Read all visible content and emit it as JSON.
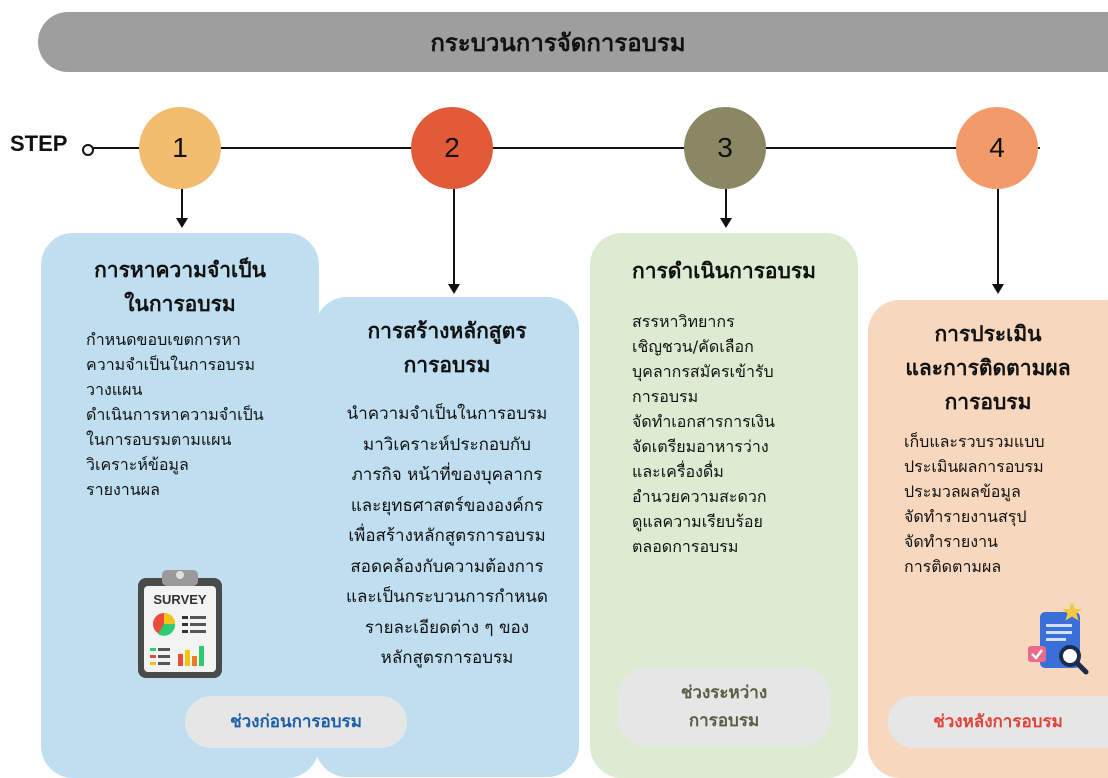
{
  "title": "กระบวนการจัดการอบรม",
  "step_label": "STEP",
  "steps": [
    {
      "number": "1",
      "circle_color": "#f2bd6e",
      "card_color": "#bfdff1",
      "title_lines": [
        "การหาความจำเป็น",
        "ในการอบรม"
      ],
      "items": [
        "กำหนดขอบเขตการหา\nความจำเป็นในการอบรม",
        "วางแผน",
        "ดำเนินการหาความจำเป็น\nในการอบรมตามแผน",
        "วิเคราะห์ข้อมูล",
        "รายงานผล"
      ],
      "icon_text": "SURVEY",
      "phase": "ช่วงก่อนการอบรม",
      "phase_color": "#1c5fa8"
    },
    {
      "number": "2",
      "circle_color": "#e35a38",
      "card_color": "#bfdff1",
      "title_lines": [
        "การสร้างหลักสูตร",
        "การอบรม"
      ],
      "paragraph": [
        "นำความจำเป็นในการอบรม",
        "มาวิเคราะห์ประกอบกับ",
        "ภารกิจ หน้าที่ของบุคลากร",
        "และยุทธศาสตร์ขององค์กร",
        "เพื่อสร้างหลักสูตรการอบรม",
        "สอดคล้องกับความต้องการ",
        "และเป็นกระบวนการกำหนด",
        "รายละเอียดต่าง ๆ ของ",
        "หลักสูตรการอบรม"
      ]
    },
    {
      "number": "3",
      "circle_color": "#8a8765",
      "card_color": "#deebd3",
      "title_lines": [
        "การดำเนินการอบรม"
      ],
      "items": [
        "สรรหาวิทยากร",
        "เชิญชวน/คัดเลือก\nบุคลากรสมัครเข้ารับ\nการอบรม",
        "จัดทำเอกสารการเงิน",
        "จัดเตรียมอาหารว่าง\nและเครื่องดื่ม",
        "อำนวยความสะดวก\nดูแลความเรียบร้อย\nตลอดการอบรม"
      ],
      "phase_lines": [
        "ช่วงระหว่าง",
        "การอบรม"
      ],
      "phase_color": "#5a5e45"
    },
    {
      "number": "4",
      "circle_color": "#f39a6a",
      "card_color": "#f7d7bd",
      "title_lines": [
        "การประเมิน",
        "และการติดตามผล",
        "การอบรม"
      ],
      "items": [
        "เก็บและรวบรวมแบบ\nประเมินผลการอบรม",
        "ประมวลผลข้อมูล",
        "จัดทำรายงานสรุป",
        "จัดทำรายงาน\nการติดตามผล"
      ],
      "phase": "ช่วงหลังการอบรม",
      "phase_color": "#e0433a"
    }
  ]
}
